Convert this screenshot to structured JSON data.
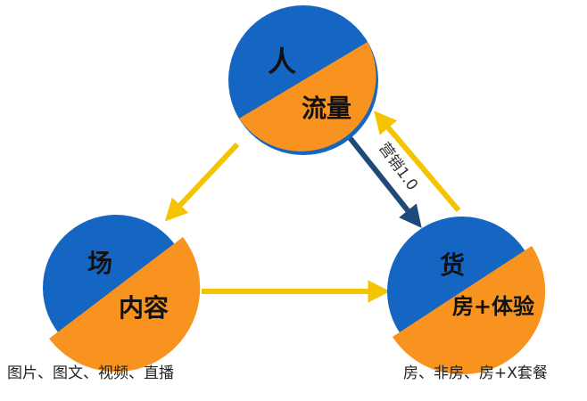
{
  "colors": {
    "blue": "#1466c2",
    "orange": "#f7931e",
    "yellow": "#f5c400",
    "navy": "#1d4a78"
  },
  "nodes": {
    "top": {
      "top_label": "人",
      "bottom_label": "流量"
    },
    "left": {
      "top_label": "场",
      "bottom_label": "内容"
    },
    "right": {
      "top_label": "货",
      "bottom_label": "房+体验"
    }
  },
  "arrow_label": "营销1.0",
  "captions": {
    "left": "图片、图文、视频、直播",
    "right": "房、非房、房+X套餐"
  }
}
